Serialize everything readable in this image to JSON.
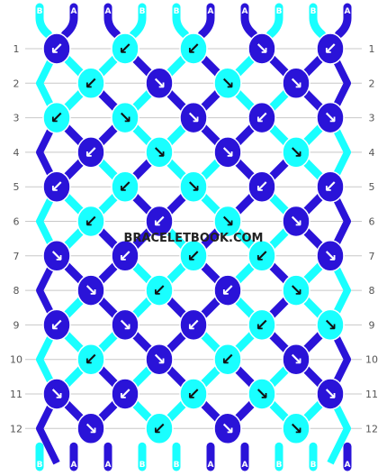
{
  "watermark": "BRACELETBOOK.COM",
  "colors": {
    "A": "#2a13d8",
    "B": "#19ffff",
    "grid": "#c8c8c8",
    "arrow": "#ffffff",
    "label": "#555555"
  },
  "top_strands": [
    "B",
    "A",
    "A",
    "B",
    "B",
    "A",
    "A",
    "B",
    "B",
    "A"
  ],
  "bottom_strands": [
    "B",
    "A",
    "A",
    "B",
    "B",
    "A",
    "A",
    "B",
    "B",
    "A"
  ],
  "row_numbers": [
    "1",
    "2",
    "3",
    "4",
    "5",
    "6",
    "7",
    "8",
    "9",
    "10",
    "11",
    "12"
  ],
  "rows": [
    [
      {
        "c": "A",
        "d": "↙"
      },
      {
        "c": "B",
        "d": "↙"
      },
      {
        "c": "B",
        "d": "↙"
      },
      {
        "c": "A",
        "d": "↘"
      },
      {
        "c": "A",
        "d": "↙"
      }
    ],
    [
      {
        "c": "B",
        "d": "↙"
      },
      {
        "c": "A",
        "d": "↘"
      },
      {
        "c": "B",
        "d": "↘"
      },
      {
        "c": "A",
        "d": "↘"
      }
    ],
    [
      {
        "c": "B",
        "d": "↙"
      },
      {
        "c": "B",
        "d": "↘"
      },
      {
        "c": "A",
        "d": "↘"
      },
      {
        "c": "A",
        "d": "↙"
      },
      {
        "c": "A",
        "d": "↘"
      }
    ],
    [
      {
        "c": "A",
        "d": "↙"
      },
      {
        "c": "B",
        "d": "↘"
      },
      {
        "c": "A",
        "d": "↘"
      },
      {
        "c": "B",
        "d": "↘"
      }
    ],
    [
      {
        "c": "A",
        "d": "↙"
      },
      {
        "c": "B",
        "d": "↙"
      },
      {
        "c": "B",
        "d": "↘"
      },
      {
        "c": "A",
        "d": "↙"
      },
      {
        "c": "A",
        "d": "↙"
      }
    ],
    [
      {
        "c": "B",
        "d": "↙"
      },
      {
        "c": "A",
        "d": "↙"
      },
      {
        "c": "B",
        "d": "↘"
      },
      {
        "c": "A",
        "d": "↘"
      }
    ],
    [
      {
        "c": "A",
        "d": "↘"
      },
      {
        "c": "A",
        "d": "↙"
      },
      {
        "c": "B",
        "d": "↙"
      },
      {
        "c": "B",
        "d": "↙"
      },
      {
        "c": "A",
        "d": "↘"
      }
    ],
    [
      {
        "c": "A",
        "d": "↘"
      },
      {
        "c": "B",
        "d": "↙"
      },
      {
        "c": "A",
        "d": "↙"
      },
      {
        "c": "B",
        "d": "↘"
      }
    ],
    [
      {
        "c": "A",
        "d": "↙"
      },
      {
        "c": "A",
        "d": "↘"
      },
      {
        "c": "A",
        "d": "↙"
      },
      {
        "c": "B",
        "d": "↙"
      },
      {
        "c": "B",
        "d": "↘"
      }
    ],
    [
      {
        "c": "B",
        "d": "↙"
      },
      {
        "c": "A",
        "d": "↘"
      },
      {
        "c": "B",
        "d": "↙"
      },
      {
        "c": "A",
        "d": "↘"
      }
    ],
    [
      {
        "c": "A",
        "d": "↘"
      },
      {
        "c": "A",
        "d": "↙"
      },
      {
        "c": "B",
        "d": "↙"
      },
      {
        "c": "B",
        "d": "↘"
      },
      {
        "c": "A",
        "d": "↘"
      }
    ],
    [
      {
        "c": "A",
        "d": "↘"
      },
      {
        "c": "B",
        "d": "↙"
      },
      {
        "c": "A",
        "d": "↘"
      },
      {
        "c": "B",
        "d": "↘"
      }
    ]
  ]
}
